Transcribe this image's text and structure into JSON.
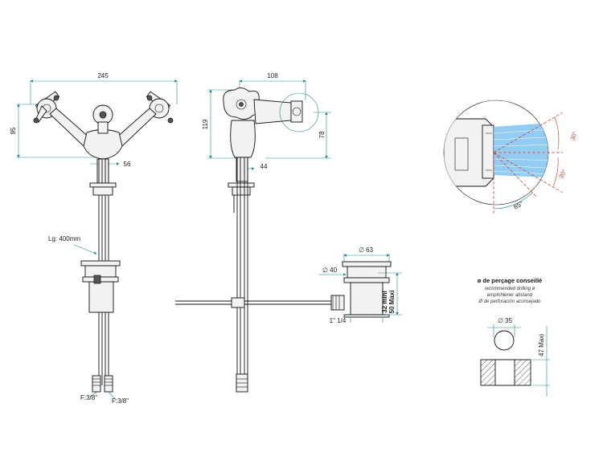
{
  "dimensions": {
    "front_width": "245",
    "front_height": "95",
    "front_bottom": "56",
    "side_depth": "108",
    "side_height_left": "119",
    "side_height_right": "78",
    "side_bottom": "44",
    "hose_length": "Lg: 400mm",
    "inlet_left": "F:3/8\"",
    "inlet_right": "F:3/8\"",
    "waste_top_dia": "∅ 63",
    "waste_mid_dia": "∅ 40",
    "waste_thread": "1\" 1/4",
    "waste_range_min": "32 mini",
    "waste_range_max": "50 Maxi"
  },
  "spray_detail": {
    "angle_top": "30°",
    "angle_mid": "30°",
    "angle_bottom": "85°"
  },
  "drilling": {
    "title": "ø de perçage conseillé",
    "subtitle_en": "recommended drilling ø",
    "subtitle_de": "empfohlener abstand",
    "subtitle_es": "Ø de perforación aconsejado",
    "hole_dia": "∅ 35",
    "max_thickness": "47 Maxi"
  },
  "colors": {
    "dimension": "#1f8a8a",
    "angle": "#c0392b",
    "spray": "#7fc3f0"
  }
}
